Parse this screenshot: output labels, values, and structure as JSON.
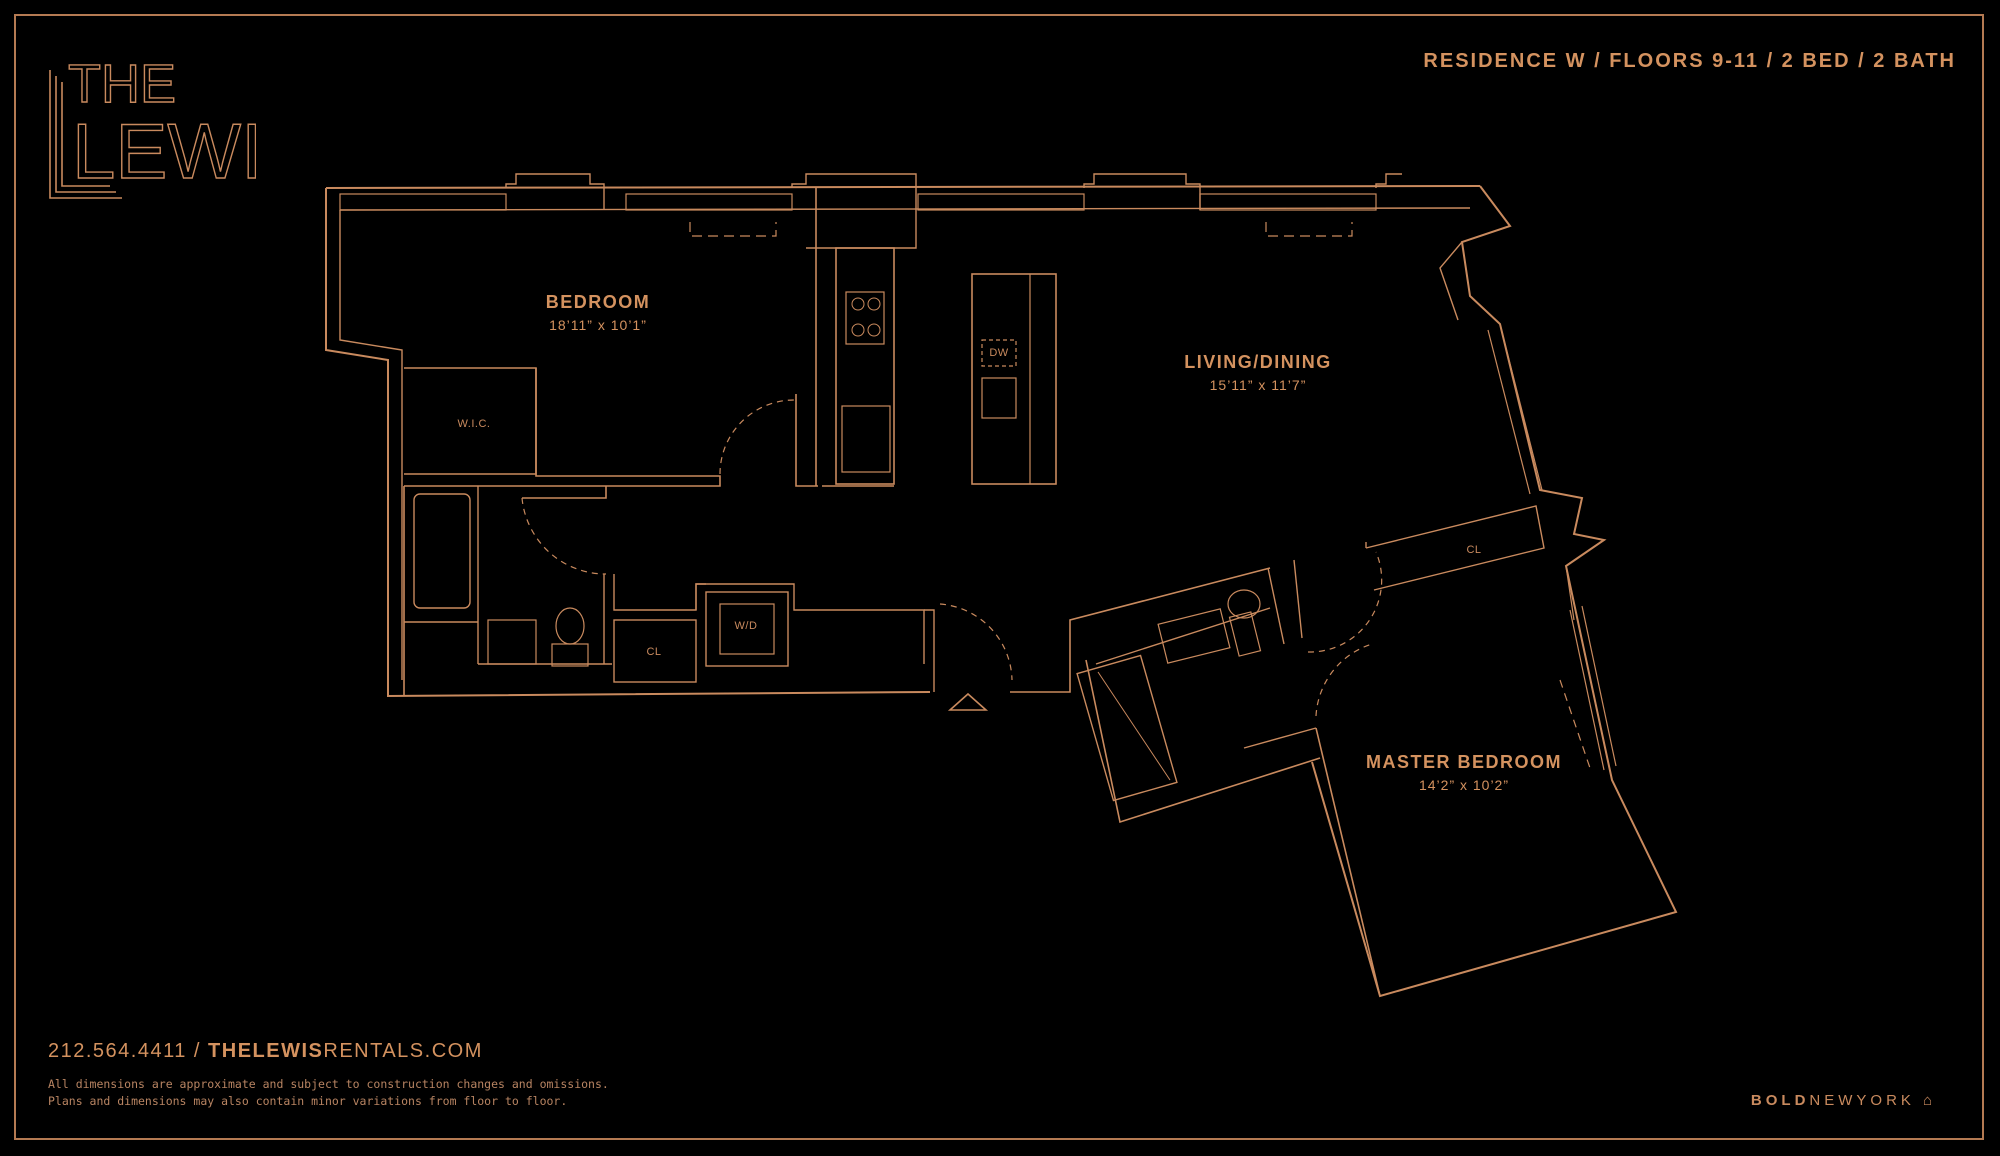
{
  "header": {
    "residence": "RESIDENCE W / FLOORS 9-11 / 2 BED / 2 BATH"
  },
  "logo": {
    "line1": "THE",
    "line2": "LEWIS"
  },
  "rooms": {
    "bedroom": {
      "name": "BEDROOM",
      "dims": "18’11” x 10’1”"
    },
    "living": {
      "name": "LIVING/DINING",
      "dims": "15’11” x 11’7”"
    },
    "master": {
      "name": "MASTER BEDROOM",
      "dims": "14’2” x 10’2”"
    }
  },
  "fixtures": {
    "wic": "W.I.C.",
    "dw": "DW",
    "cl_hall": "CL",
    "wd": "W/D",
    "cl_master": "CL"
  },
  "footer": {
    "phone": "212.564.4411 / ",
    "site_bold": "THELEWIS",
    "site_rest": "RENTALS.COM",
    "disclaimer_1": "All dimensions are approximate and subject to construction changes and omissions.",
    "disclaimer_2": "Plans and dimensions may also contain minor variations from floor to floor.",
    "brand_bold": "BOLD",
    "brand_rest": "NEWYORK"
  },
  "colors": {
    "line": "#c98a5e",
    "text": "#d4925f",
    "background": "#000000"
  }
}
